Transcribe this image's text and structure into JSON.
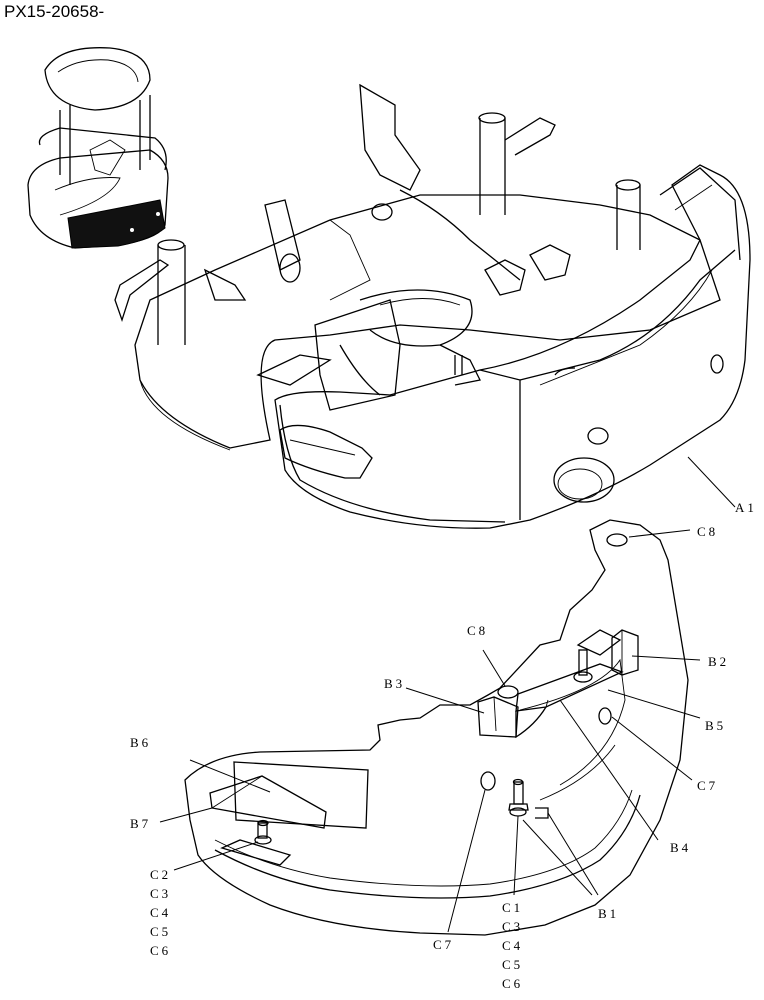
{
  "document_id": "PX15-20658-",
  "labels": {
    "a1": "A1",
    "b1": "B1",
    "b2": "B2",
    "b3": "B3",
    "b4": "B4",
    "b5": "B5",
    "b6": "B6",
    "b7": "B7",
    "c8_top": "C8",
    "c8_mid": "C8",
    "c7_right": "C7",
    "c7_bottom": "C7",
    "c2_group": [
      "C2",
      "C3",
      "C4",
      "C5",
      "C6"
    ],
    "c1_group": [
      "C1",
      "C3",
      "C4",
      "C5",
      "C6"
    ]
  }
}
